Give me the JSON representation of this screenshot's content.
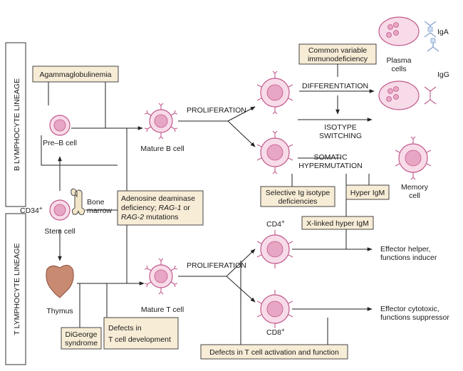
{
  "lineage_labels": {
    "b": "B LYMPHOCYTE LINEAGE",
    "t": "T LYMPHOCYTE LINEAGE"
  },
  "cells": {
    "pre_b": "Pre–B cell",
    "mature_b": "Mature B cell",
    "stem": "Stem cell",
    "cd34": "CD34",
    "cd34_sup": "+",
    "bone_marrow_1": "Bone",
    "bone_marrow_2": "marrow",
    "thymus": "Thymus",
    "mature_t": "Mature T cell",
    "cd4": "CD4",
    "cd4_sup": "+",
    "cd8": "CD8",
    "cd8_sup": "+",
    "plasma_1": "Plasma",
    "plasma_2": "cells",
    "iga": "IgA",
    "igg": "IgG",
    "memory_1": "Memory",
    "memory_2": "cell"
  },
  "process_labels": {
    "proliferation_b": "PROLIFERATION",
    "proliferation_t": "PROLIFERATION",
    "differentiation": "DIFFERENTIATION",
    "isotype_1": "ISOTYPE",
    "isotype_2": "SWITCHING",
    "somatic_1": "SOMATIC",
    "somatic_2": "HYPERMUTATION",
    "effector_helper_1": "Effector helper,",
    "effector_helper_2": "functions inducer",
    "effector_cyto_1": "Effector cytotoxic,",
    "effector_cyto_2": "functions suppressor"
  },
  "defect_boxes": {
    "agamma": "Agammaglobulinemia",
    "cvid_1": "Common variable",
    "cvid_2": "immunodeficiency",
    "ada_1": "Adenosine deaminase",
    "ada_2": "deficiency; ",
    "ada_2b": "RAG-1",
    "ada_2c": " or",
    "ada_3a": "RAG-2",
    "ada_3b": " mutations",
    "selective_1": "Selective Ig isotype",
    "selective_2": "deficiencies",
    "hyper_igm": "Hyper IgM",
    "xlinked": "X-linked hyper IgM",
    "digeorge_1": "DiGeorge",
    "digeorge_2": "syndrome",
    "tdev_1": "Defects in",
    "tdev_2": "T cell development",
    "tact": "Defects in T cell activation and function"
  },
  "colors": {
    "box_fill": "#f7ecd6",
    "cell_fill": "#f8dbe8",
    "cell_stroke": "#c0588c",
    "thymus_fill": "#c98a72"
  }
}
